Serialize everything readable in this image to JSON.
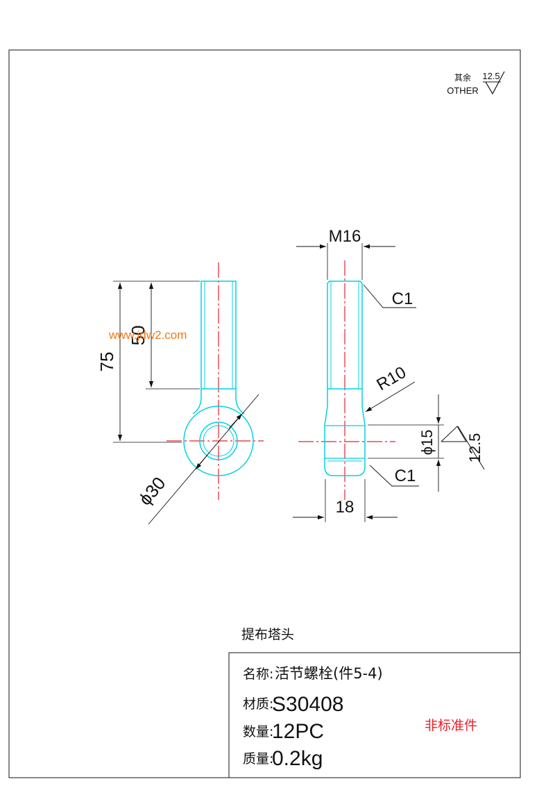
{
  "surface_note": {
    "label_cn": "其余",
    "label_en": "OTHER",
    "roughness": "12.5"
  },
  "watermark": "www.jdw2.com",
  "dimensions": {
    "thread": "M16",
    "chamfer_top": "C1",
    "chamfer_bottom": "C1",
    "radius": "R10",
    "length_total": "75",
    "length_thread": "50",
    "eye_diameter": "ϕ30",
    "hole_diameter": "ϕ15",
    "eye_width": "18",
    "hole_roughness": "12.5"
  },
  "section_title": "提布塔头",
  "title_block": {
    "name_label": "名称:",
    "name_value": "活节螺栓(件5-4)",
    "material_label": "材质:",
    "material_value": "S30408",
    "quantity_label": "数量:",
    "quantity_value": "12PC",
    "mass_label": "质量:",
    "mass_value": "0.2kg",
    "stamp": "非标准件"
  },
  "colors": {
    "outline": "#00d2e0",
    "centerline": "#e8202a",
    "dimension": "#111111",
    "watermark": "#f07818",
    "stamp": "#e8202a"
  }
}
